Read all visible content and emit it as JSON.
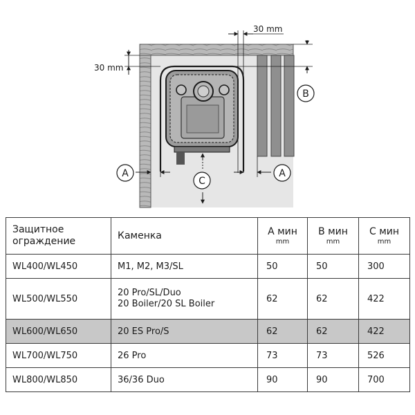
{
  "diagram": {
    "dim_side": "30 mm",
    "dim_top": "30 mm",
    "label_a": "A",
    "label_b": "B",
    "label_c": "C"
  },
  "table": {
    "headers": [
      {
        "label": "Защитное\nограждение",
        "unit": ""
      },
      {
        "label": "Каменка",
        "unit": ""
      },
      {
        "label": "A мин",
        "unit": "mm"
      },
      {
        "label": "B мин",
        "unit": "mm"
      },
      {
        "label": "C мин",
        "unit": "mm"
      }
    ],
    "rows": [
      {
        "guard": "WL400/WL450",
        "heater": "M1, M2, M3/SL",
        "a": "50",
        "b": "50",
        "c": "300"
      },
      {
        "guard": "WL500/WL550",
        "heater": "20 Pro/SL/Duo\n20 Boiler/20 SL Boiler",
        "a": "62",
        "b": "62",
        "c": "422"
      },
      {
        "guard": "WL600/WL650",
        "heater": "20 ES Pro/S",
        "a": "62",
        "b": "62",
        "c": "422"
      },
      {
        "guard": "WL700/WL750",
        "heater": "26 Pro",
        "a": "73",
        "b": "73",
        "c": "526"
      },
      {
        "guard": "WL800/WL850",
        "heater": "36/36 Duo",
        "a": "90",
        "b": "90",
        "c": "700"
      }
    ]
  }
}
